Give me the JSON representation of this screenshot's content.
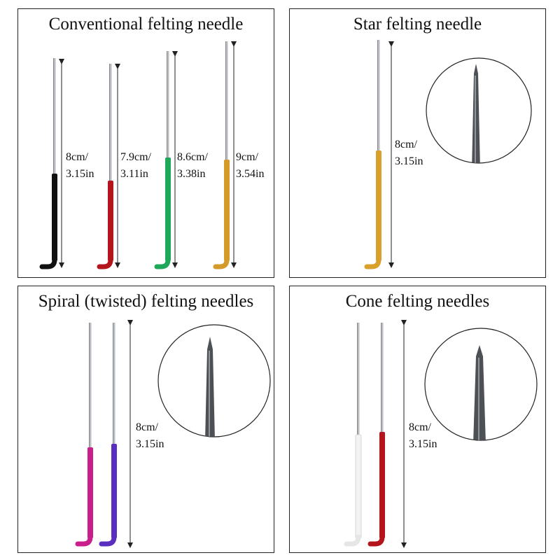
{
  "colors": {
    "background": "#ffffff",
    "border": "#222222",
    "steel": "#b9bcc0",
    "conventional_handles": [
      "#111111",
      "#b4141c",
      "#1fa85a",
      "#d49a2a"
    ],
    "star_handle": "#d9a12c",
    "spiral_handles": [
      "#c81f8c",
      "#5a2fbf"
    ],
    "cone_handles": [
      "#f3f3f3",
      "#b4141c"
    ]
  },
  "panels": [
    {
      "title": "Conventional felting needle",
      "measures": [
        {
          "line1": "8cm/",
          "line2": "3.15in"
        },
        {
          "line1": "7.9cm/",
          "line2": "3.11in"
        },
        {
          "line1": "8.6cm/",
          "line2": "3.38in"
        },
        {
          "line1": "9cm/",
          "line2": "3.54in"
        }
      ]
    },
    {
      "title": "Star felting needle",
      "measures": [
        {
          "line1": "8cm/",
          "line2": "3.15in"
        }
      ]
    },
    {
      "title": "Spiral (twisted) felting needles",
      "measures": [
        {
          "line1": "8cm/",
          "line2": "3.15in"
        }
      ]
    },
    {
      "title": "Cone felting needles",
      "measures": [
        {
          "line1": "8cm/",
          "line2": "3.15in"
        }
      ]
    }
  ]
}
